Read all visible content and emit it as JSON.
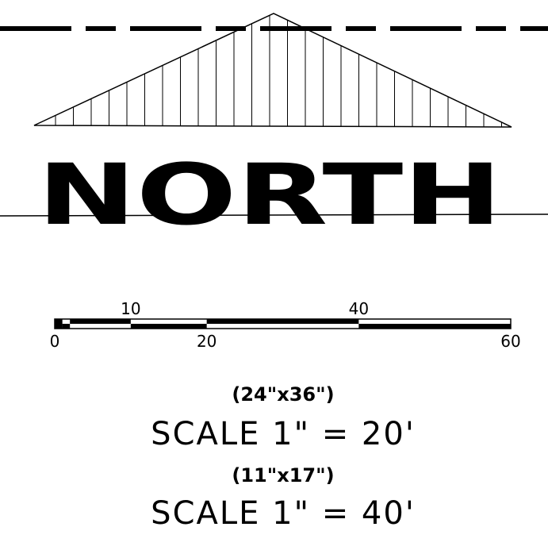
{
  "north_arrow": {
    "label": "NORTH"
  },
  "scale_bar": {
    "ticks_below": [
      {
        "label": "0",
        "value": 0
      },
      {
        "label": "20",
        "value": 20
      },
      {
        "label": "60",
        "value": 60
      }
    ],
    "ticks_above": [
      {
        "label": "10",
        "value": 10
      },
      {
        "label": "40",
        "value": 40
      }
    ],
    "max_value": 60,
    "segments": [
      {
        "from": 0,
        "to": 1,
        "fill": "#000000"
      },
      {
        "from": 1,
        "to": 2,
        "fill": "#ffffff"
      },
      {
        "from": 2,
        "to": 10,
        "fill": "#000000"
      },
      {
        "from": 10,
        "to": 20,
        "fill": "#ffffff"
      },
      {
        "from": 20,
        "to": 40,
        "fill": "#000000"
      },
      {
        "from": 40,
        "to": 60,
        "fill": "#ffffff"
      }
    ]
  },
  "scales": [
    {
      "sheet": "(24\"x36\")",
      "text": "SCALE 1\" = 20'"
    },
    {
      "sheet": "(11\"x17\")",
      "text": "SCALE 1\" = 40'"
    }
  ],
  "colors": {
    "ink": "#000000",
    "paper": "#ffffff"
  }
}
